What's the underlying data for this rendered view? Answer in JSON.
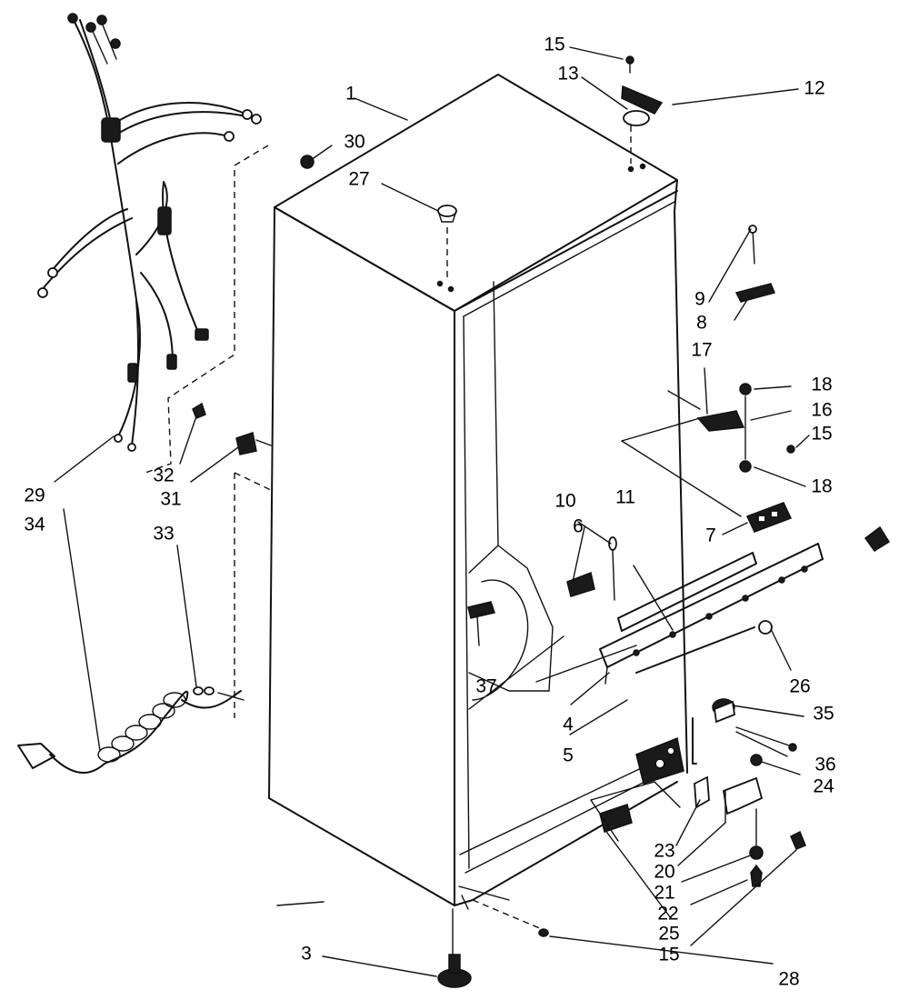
{
  "parts": {
    "p1": "1",
    "p3": "3",
    "p4": "4",
    "p5": "5",
    "p6": "6",
    "p7": "7",
    "p8": "8",
    "p9": "9",
    "p10": "10",
    "p11": "11",
    "p12": "12",
    "p13": "13",
    "p15a": "15",
    "p15b": "15",
    "p15c": "15",
    "p16": "16",
    "p17": "17",
    "p18a": "18",
    "p18b": "18",
    "p20": "20",
    "p21": "21",
    "p22": "22",
    "p23": "23",
    "p24": "24",
    "p25": "25",
    "p26": "26",
    "p27": "27",
    "p28": "28",
    "p29": "29",
    "p30": "30",
    "p31": "31",
    "p32": "32",
    "p33": "33",
    "p34": "34",
    "p35": "35",
    "p36": "36",
    "p37": "37"
  }
}
